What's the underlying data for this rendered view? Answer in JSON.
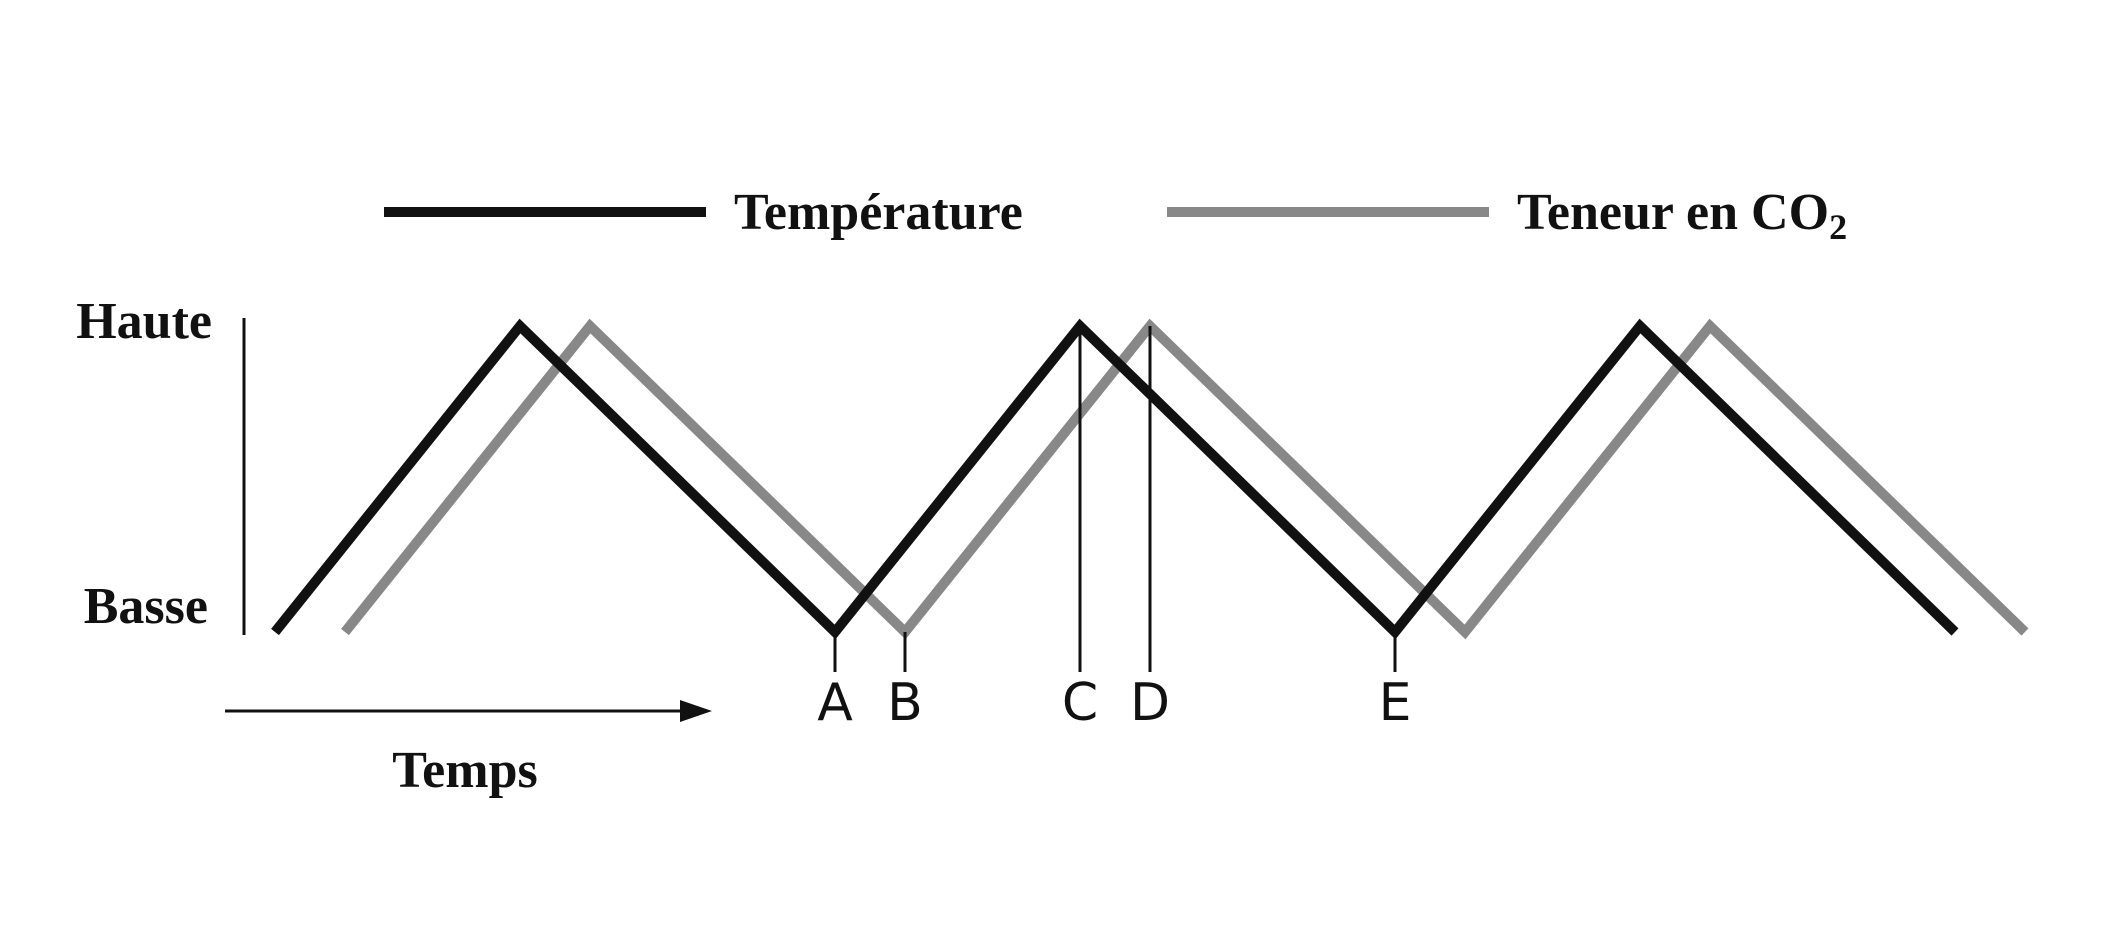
{
  "chart_data": {
    "type": "line",
    "title": "",
    "xlabel": "Temps",
    "ylabel": "",
    "y_tick_labels": {
      "high": "Haute",
      "low": "Basse"
    },
    "ylim": [
      0,
      1
    ],
    "xlim": [
      0,
      24
    ],
    "grid": false,
    "legend_placement": "top",
    "series": [
      {
        "name": "Température",
        "color": "#111111",
        "x": [
          0,
          3.5,
          8,
          11.5,
          16,
          19.5,
          24
        ],
        "y": [
          0,
          1,
          0,
          1,
          0,
          1,
          0
        ]
      },
      {
        "name_main": "Teneur en CO",
        "name_subscript": "2",
        "color": "#888888",
        "x": [
          1,
          4.5,
          9,
          12.5,
          17,
          20.5,
          25
        ],
        "y": [
          0,
          1,
          0,
          1,
          0,
          1,
          0
        ]
      }
    ],
    "markers": [
      {
        "label": "A",
        "x": 8,
        "from": 0,
        "type": "below"
      },
      {
        "label": "B",
        "x": 9,
        "from": 0,
        "type": "below"
      },
      {
        "label": "C",
        "x": 11.5,
        "from": 1,
        "type": "drop"
      },
      {
        "label": "D",
        "x": 12.5,
        "from": 1,
        "type": "drop"
      },
      {
        "label": "E",
        "x": 16,
        "from": 0,
        "type": "below"
      }
    ]
  }
}
